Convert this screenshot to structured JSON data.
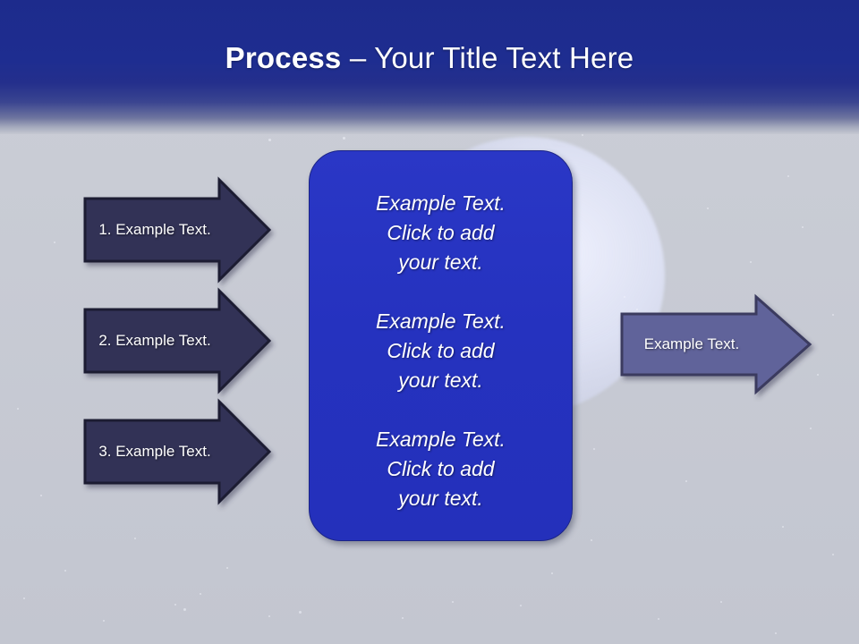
{
  "slide": {
    "title": {
      "strong": "Process",
      "rest": " – Your Title Text Here"
    },
    "colors": {
      "header_navy": "#1d2b8c",
      "background_gray": "#c9ccd5",
      "center_box_blue": "#2532bf",
      "center_box_border": "#1b2486",
      "input_arrow_fill": "#323157",
      "input_arrow_border": "#1a1a30",
      "output_arrow_fill": "#61639a",
      "output_arrow_border": "#3a3a5e",
      "text_white": "#ffffff"
    }
  },
  "input_arrows": [
    {
      "label": "1. Example Text."
    },
    {
      "label": "2. Example Text."
    },
    {
      "label": "3. Example Text."
    }
  ],
  "center_box": {
    "blocks": [
      {
        "text": "Example Text.\nClick  to add\nyour text."
      },
      {
        "text": "Example Text.\nClick  to add\nyour text."
      },
      {
        "text": "Example Text.\nClick  to add\nyour text."
      }
    ]
  },
  "output_arrow": {
    "label": "Example Text."
  }
}
